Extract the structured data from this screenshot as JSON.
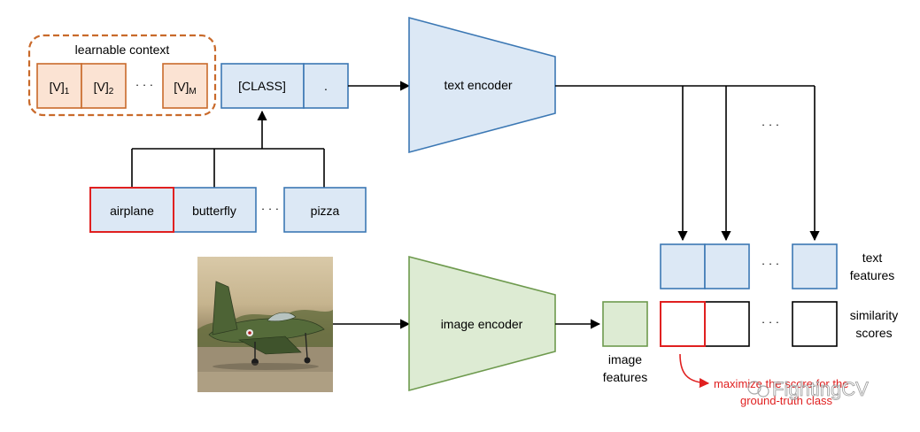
{
  "context": {
    "title": "learnable context",
    "tokens": [
      {
        "base": "[V]",
        "sub": "1"
      },
      {
        "base": "[V]",
        "sub": "2"
      },
      {
        "base": "[V]",
        "sub": "M"
      }
    ],
    "ellipsis": "· · ·"
  },
  "prompt": {
    "class_token": "[CLASS]",
    "period": "."
  },
  "classes": {
    "items": [
      "airplane",
      "butterfly",
      "pizza"
    ],
    "ellipsis": "· · ·"
  },
  "text_encoder": {
    "label": "text encoder"
  },
  "image_encoder": {
    "label": "image encoder"
  },
  "image_features": {
    "line1": "image",
    "line2": "features"
  },
  "outputs": {
    "text_features": {
      "line1": "text",
      "line2": "features"
    },
    "similarity": {
      "line1": "similarity",
      "line2": "scores"
    },
    "ellipsis": "· · ·",
    "ellipsis_top": "· · ·"
  },
  "annotation": {
    "line1": "maximize the score for the",
    "line2": "ground-truth class"
  },
  "watermark": {
    "text": "FightingCV"
  },
  "colors": {
    "context_fill": "#FBE3D3",
    "context_stroke": "#C96A2B",
    "blue_fill": "#DCE8F5",
    "blue_stroke": "#3C78B4",
    "green_fill": "#DDEBD3",
    "green_stroke": "#6E9A4E",
    "highlight": "#E02020",
    "annotation": "#E02020",
    "line": "#000000"
  }
}
